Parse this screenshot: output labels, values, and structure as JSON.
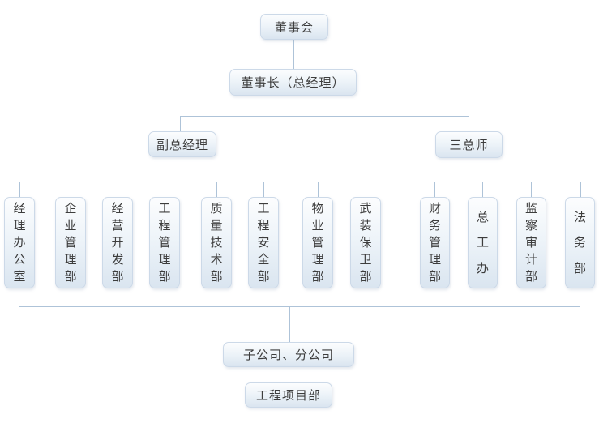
{
  "org_chart": {
    "type": "organization-tree",
    "root": "董事会",
    "chairman": "董事长（总经理）",
    "branches": [
      {
        "label": "副总经理",
        "departments": [
          "经理办公室",
          "企业管理部",
          "经营开发部",
          "工程管理部",
          "质量技术部",
          "工程安全部",
          "物业管理部",
          "武装保卫部"
        ]
      },
      {
        "label": "三总师",
        "departments": [
          "财务管理部",
          "总工办",
          "监察审计部",
          "法务部"
        ]
      }
    ],
    "bottom": [
      "子公司、分公司",
      "工程项目部"
    ],
    "colors": {
      "background": "#ffffff",
      "node_fill_top": "#fcfdfe",
      "node_fill_bottom": "#dae5f0",
      "node_border": "#ccd9e8",
      "connector_line": "#aec3d8",
      "text": "#3d3d3d"
    }
  }
}
